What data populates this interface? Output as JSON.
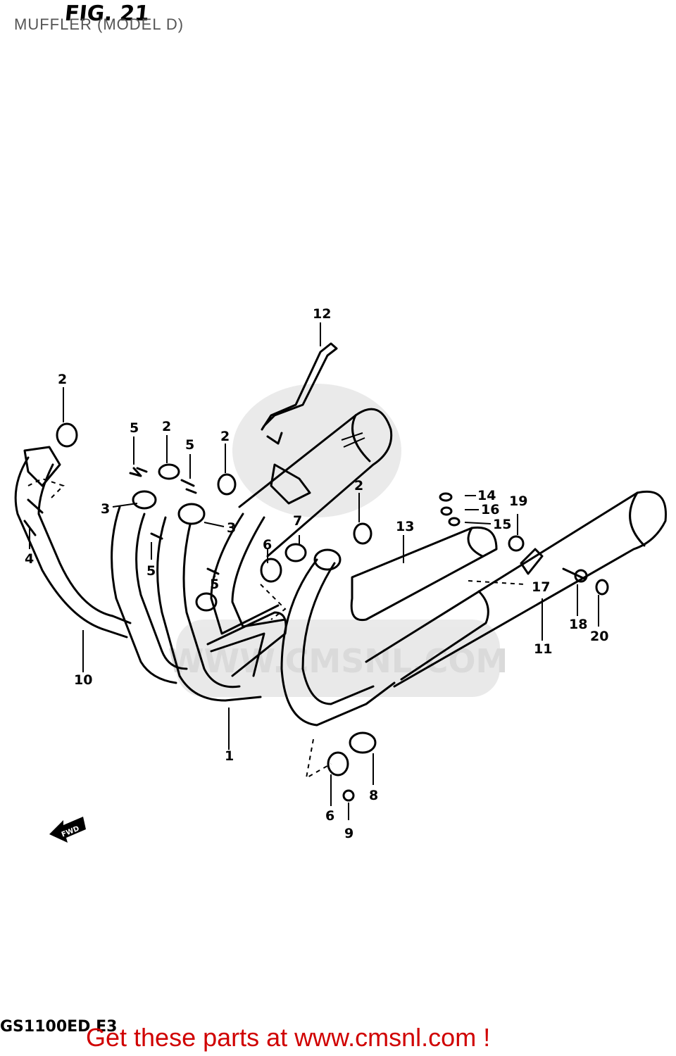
{
  "page": {
    "title": "MUFFLER (MODEL D)",
    "figure_label": "FIG. 21",
    "model_code": "GS1100ED E3",
    "cta": "Get these parts at www.cmsnl.com !",
    "watermark": "WWW.CMSNL.COM"
  },
  "callouts": {
    "c1": "1",
    "c2a": "2",
    "c2b": "2",
    "c2c": "2",
    "c2d": "2",
    "c3a": "3",
    "c3b": "3",
    "c4": "4",
    "c5a": "5",
    "c5b": "5",
    "c5c": "5",
    "c5d": "5",
    "c6a": "6",
    "c6b": "6",
    "c7": "7",
    "c8": "8",
    "c9": "9",
    "c10": "10",
    "c11": "11",
    "c12": "12",
    "c13": "13",
    "c14": "14",
    "c15": "15",
    "c16": "16",
    "c17": "17",
    "c18": "18",
    "c19": "19",
    "c20": "20"
  },
  "arrow_label": "FWD"
}
